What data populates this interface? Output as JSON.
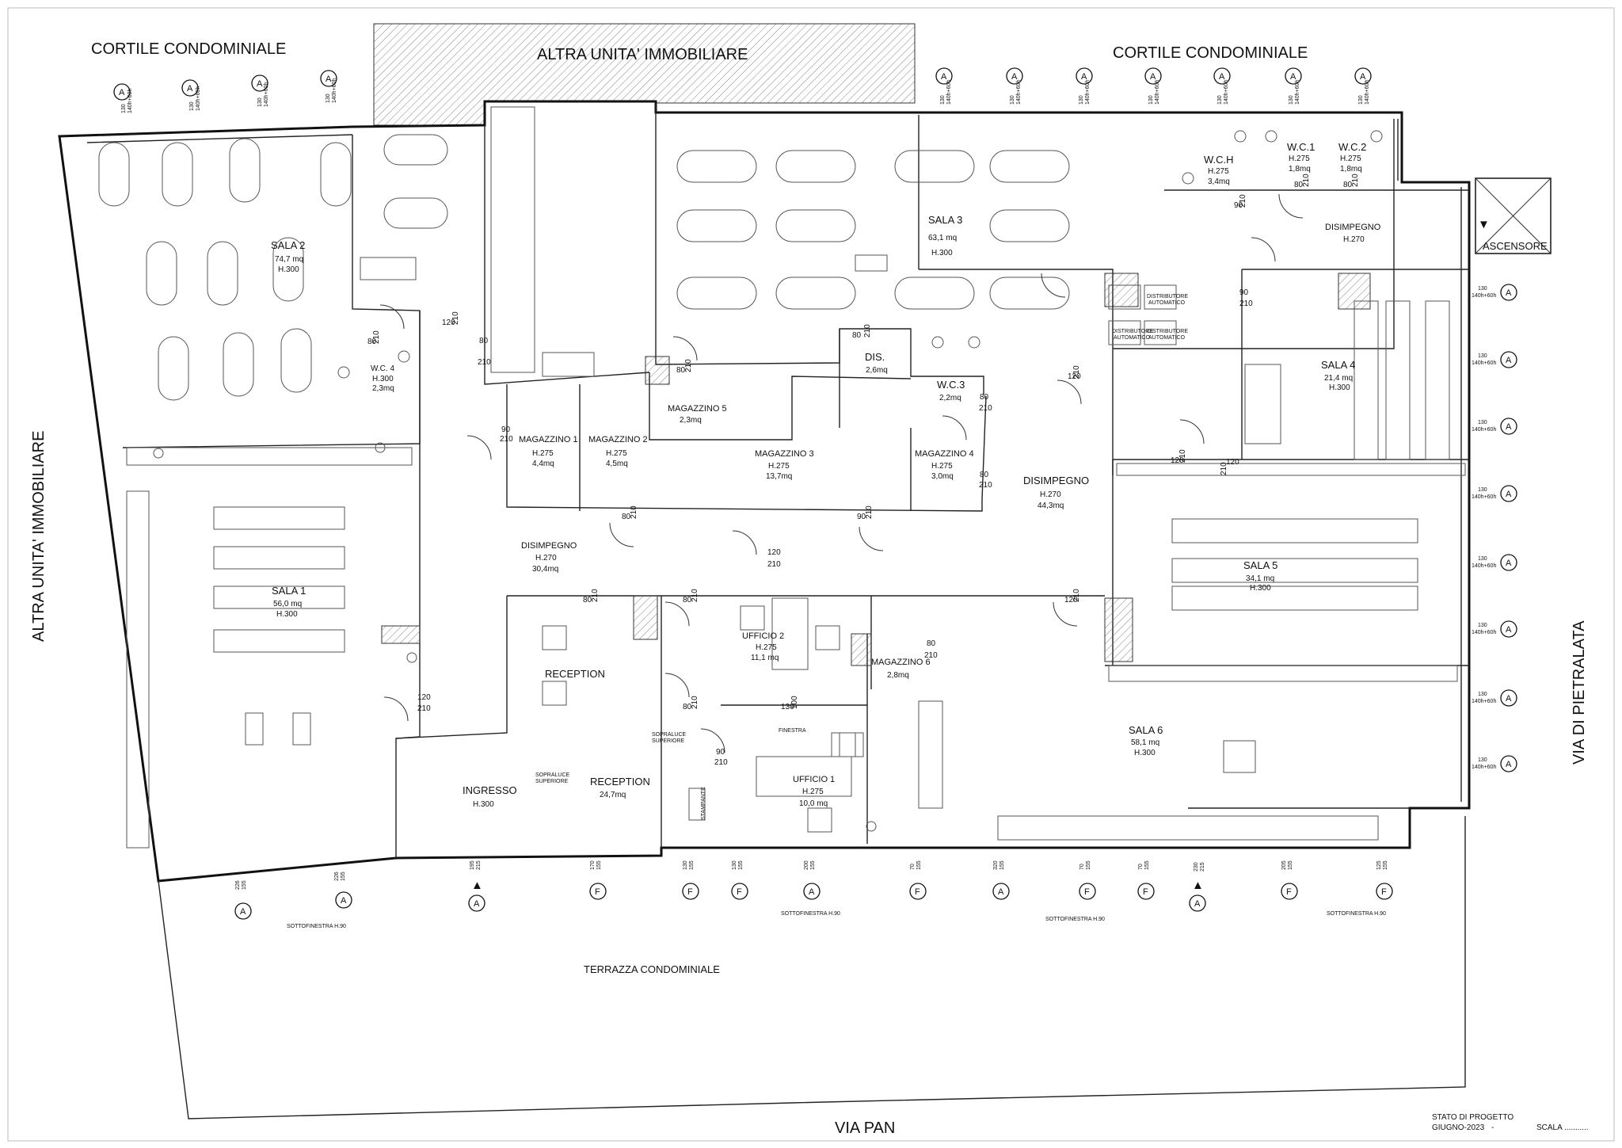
{
  "headings": {
    "cortile_left": "CORTILE CONDOMINIALE",
    "cortile_right": "CORTILE CONDOMINIALE",
    "altra_unita_top": "ALTRA UNITA' IMMOBILIARE",
    "altra_unita_left": "ALTRA UNITA' IMMOBILIARE",
    "via_pietralata": "VIA DI PIETRALATA",
    "via_pan": "VIA PAN",
    "terrazza": "TERRAZZA CONDOMINIALE",
    "ascensore": "ASCENSORE"
  },
  "rooms": {
    "sala2": {
      "name": "SALA 2",
      "area": "74,7 mq",
      "height": "H.300"
    },
    "sala1": {
      "name": "SALA 1",
      "area": "56,0 mq",
      "height": "H.300"
    },
    "sala3": {
      "name": "SALA 3",
      "area": "63,1 mq",
      "height": "H.300"
    },
    "sala4": {
      "name": "SALA 4",
      "area": "21,4 mq",
      "height": "H.300"
    },
    "sala5": {
      "name": "SALA 5",
      "area": "34,1 mq",
      "height": "H.300"
    },
    "sala6": {
      "name": "SALA 6",
      "area": "58,1 mq",
      "height": "H.300"
    },
    "wc4": {
      "name": "W.C. 4",
      "height": "H.300",
      "area": "2,3mq"
    },
    "wch": {
      "name": "W.C.H",
      "height": "H.275",
      "area": "3,4mq"
    },
    "wc1": {
      "name": "W.C.1",
      "height": "H.275",
      "area": "1,8mq"
    },
    "wc2": {
      "name": "W.C.2",
      "height": "H.275",
      "area": "1,8mq"
    },
    "wc3": {
      "name": "W.C.3",
      "area": "2,2mq"
    },
    "dis": {
      "name": "DIS.",
      "area": "2,6mq"
    },
    "mag1": {
      "name": "MAGAZZINO 1",
      "height": "H.275",
      "area": "4,4mq"
    },
    "mag2": {
      "name": "MAGAZZINO 2",
      "height": "H.275",
      "area": "4,5mq"
    },
    "mag3": {
      "name": "MAGAZZINO 3",
      "height": "H.275",
      "area": "13,7mq"
    },
    "mag4": {
      "name": "MAGAZZINO 4",
      "height": "H.275",
      "area": "3,0mq"
    },
    "mag5": {
      "name": "MAGAZZINO 5",
      "area": "2,3mq"
    },
    "mag6": {
      "name": "MAGAZZINO 6",
      "area": "2,8mq"
    },
    "disimp_top": {
      "name": "DISIMPEGNO",
      "height": "H.270"
    },
    "disimp_mid": {
      "name": "DISIMPEGNO",
      "height": "H.270",
      "area": "44,3mq"
    },
    "disimp_left": {
      "name": "DISIMPEGNO",
      "height": "H.270",
      "area": "30,4mq"
    },
    "uff1": {
      "name": "UFFICIO 1",
      "height": "H.275",
      "area": "10,0 mq"
    },
    "uff2": {
      "name": "UFFICIO 2",
      "height": "H.275",
      "area": "11,1 mq"
    },
    "reception_top": {
      "name": "RECEPTION"
    },
    "reception_bottom": {
      "name": "RECEPTION",
      "area": "24,7mq"
    },
    "ingresso": {
      "name": "INGRESSO",
      "height": "H.300"
    }
  },
  "notes": {
    "sopraluce": "SOPRALUCE",
    "superiore": "SUPERIORE",
    "finestra": "FINESTRA",
    "sottofinestra": "SOTTOFINESTRA H.90",
    "distributore": "DISTRIBUTORE",
    "automatico": "AUTOMATICO",
    "stampante": "STAMPANTE"
  },
  "door_dims": {
    "d80": "80",
    "d90": "90",
    "d120": "120",
    "d210": "210",
    "d130": "130",
    "d100": "100"
  },
  "window_tags": {
    "a": "A",
    "f": "F",
    "sill": "130",
    "size": "140h+60h",
    "b_226": "226",
    "b_155": "155",
    "b_195": "195",
    "b_215": "215",
    "b_170": "170",
    "b_130": "130",
    "b_200": "200",
    "b_70": "70",
    "b_320": "320",
    "b_230": "230",
    "b_205": "205",
    "b_125": "125"
  },
  "title_block": {
    "line1": "STATO DI PROGETTO",
    "date": "GIUGNO-2023",
    "dash": "-",
    "scale": "SCALA ..........."
  }
}
